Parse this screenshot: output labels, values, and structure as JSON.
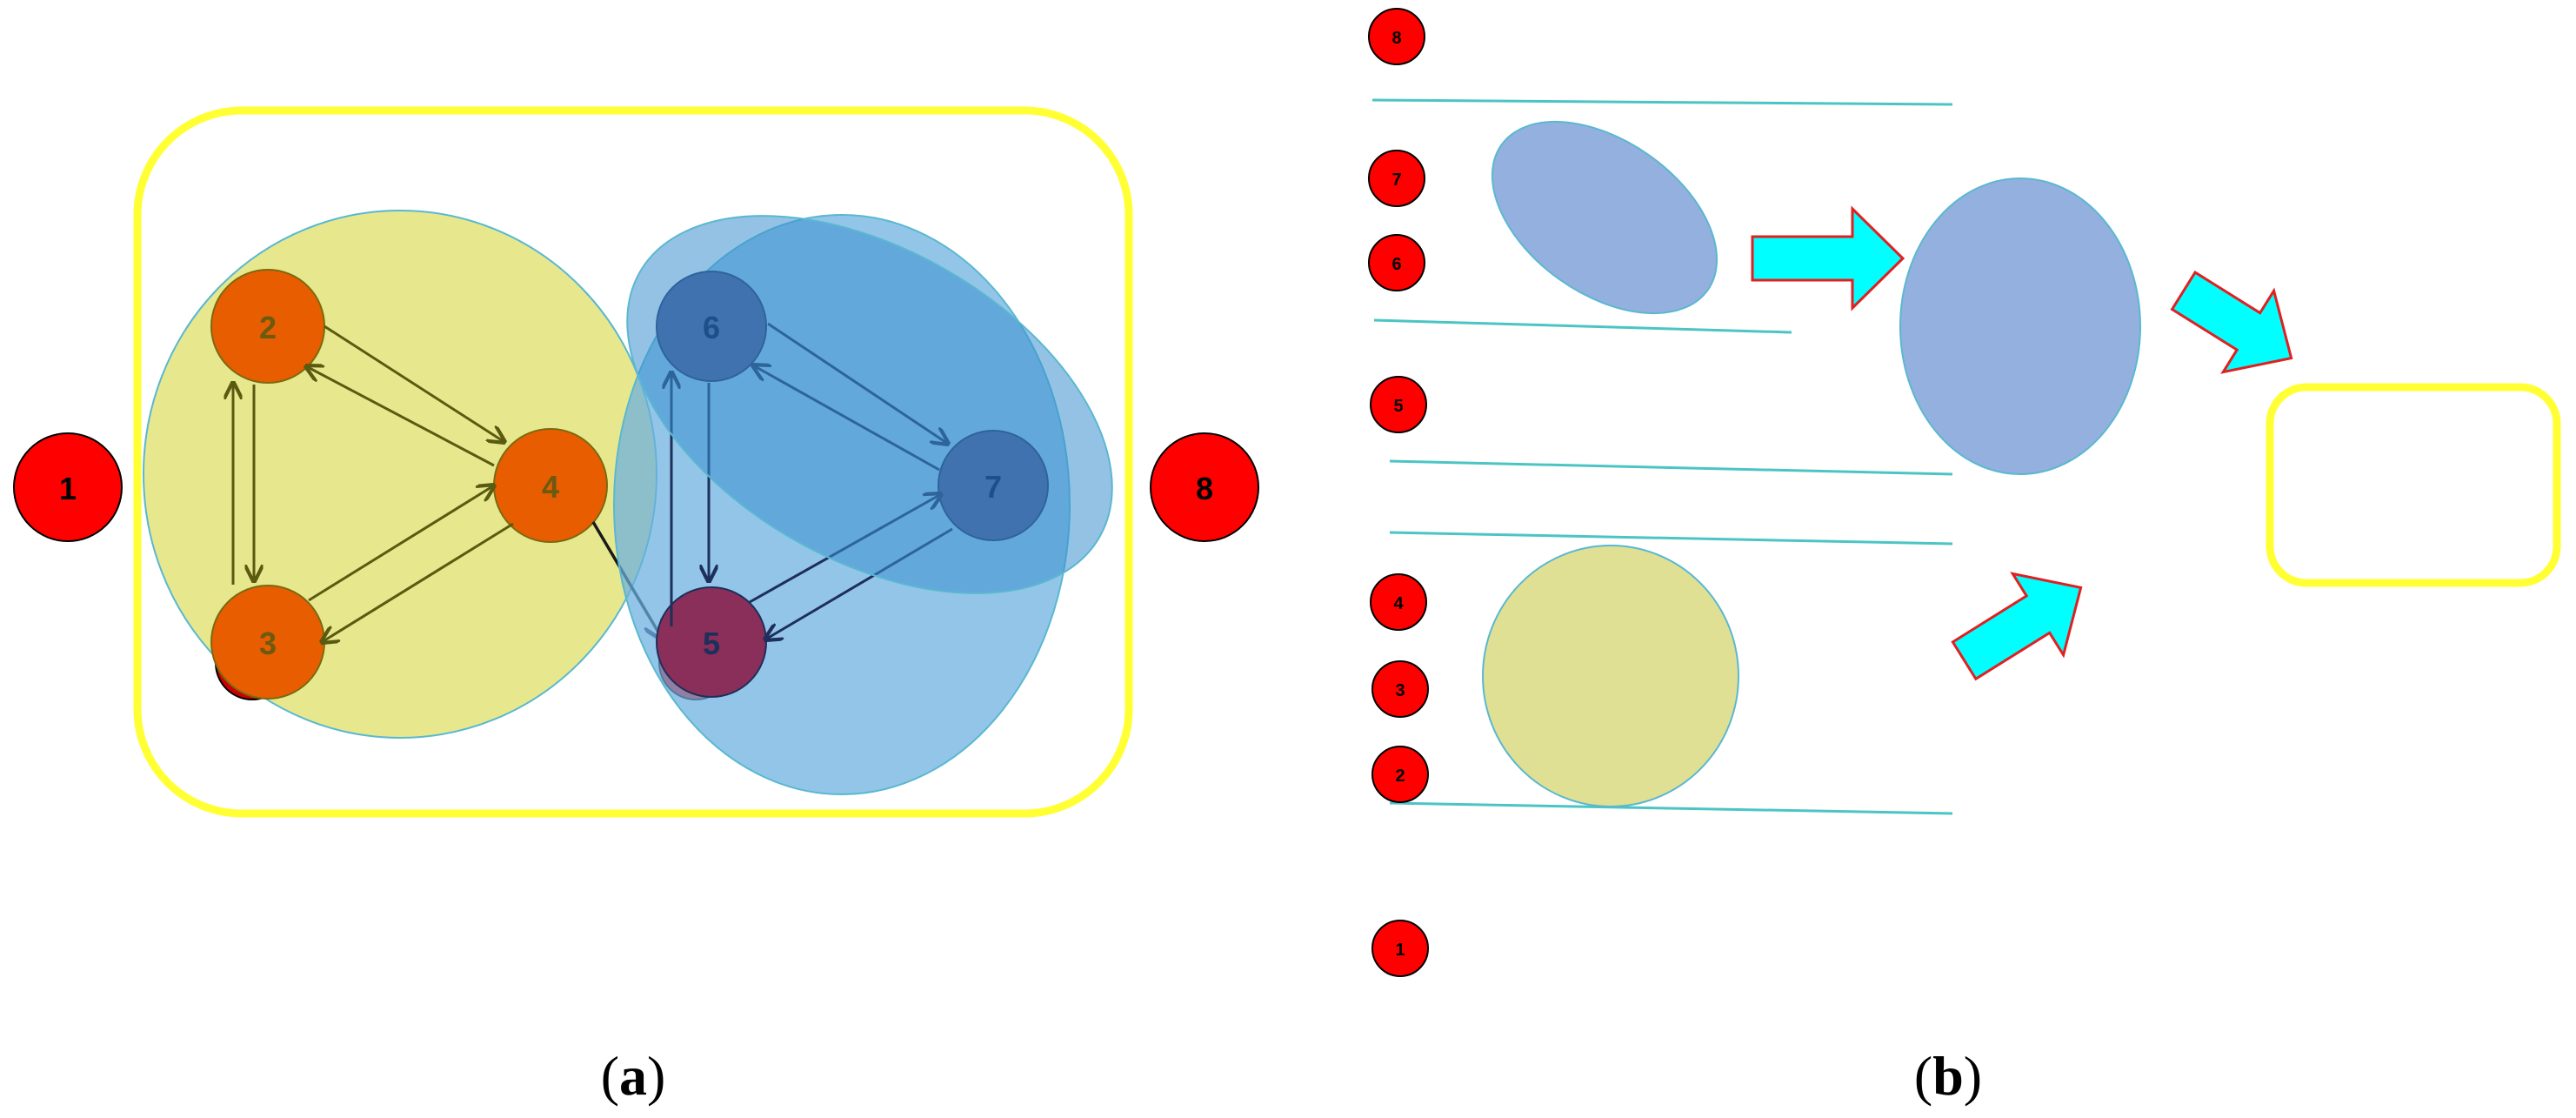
{
  "panel_a": {
    "outer_left_node": "1",
    "outer_right_node": "8",
    "nodes": [
      {
        "id": "n2",
        "label": "2"
      },
      {
        "id": "n3",
        "label": "3"
      },
      {
        "id": "n4",
        "label": "4"
      },
      {
        "id": "n5",
        "label": "5"
      },
      {
        "id": "n6",
        "label": "6"
      },
      {
        "id": "n7",
        "label": "7"
      }
    ],
    "caption_open": "(",
    "caption_letter": "a",
    "caption_close": ")"
  },
  "panel_b": {
    "level_nodes": [
      "8",
      "7",
      "6",
      "5",
      "4",
      "3",
      "2",
      "1"
    ],
    "caption_open": "(",
    "caption_letter": "b",
    "caption_close": ")"
  },
  "colors": {
    "red_node": "#ff0000",
    "orange_node": "#e85d00",
    "purple_node": "#4a4f8a",
    "yellow_border": "#ffff33",
    "yellow_blob": "#e3e47a",
    "blue_blob": "#6aaee0",
    "cyan_line": "#4cc4c4",
    "cyan_arrow": "#00ffff",
    "arrow_outline": "#e02020"
  }
}
